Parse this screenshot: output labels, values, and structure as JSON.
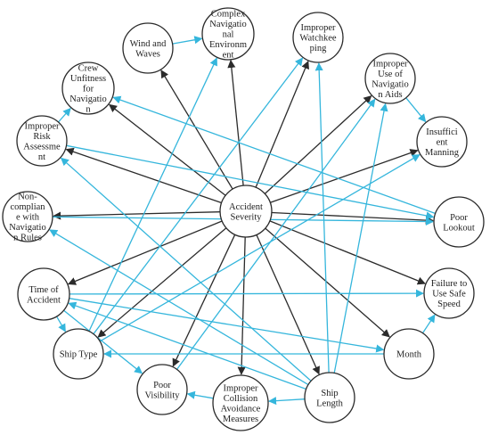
{
  "colors": {
    "black_edge": "#2b2b2b",
    "blue_edge": "#35b6dc",
    "node_stroke": "#2a2a2a",
    "node_fill": "#ffffff"
  },
  "nodes": [
    {
      "id": "accident_severity",
      "lines": [
        "Accident",
        "Severity"
      ]
    },
    {
      "id": "wind_waves",
      "lines": [
        "Wind and",
        "Waves"
      ]
    },
    {
      "id": "complex_env",
      "lines": [
        "Complex",
        "Navigatio",
        "nal",
        "Environm",
        "ent"
      ]
    },
    {
      "id": "watchkeeping",
      "lines": [
        "Improper",
        "Watchkee",
        "ping"
      ]
    },
    {
      "id": "nav_aids",
      "lines": [
        "Improper",
        "Use of",
        "Navigatio",
        "n Aids"
      ]
    },
    {
      "id": "manning",
      "lines": [
        "Insuffici",
        "ent",
        "Manning"
      ]
    },
    {
      "id": "lookout",
      "lines": [
        "Poor",
        "Lookout"
      ]
    },
    {
      "id": "safe_speed",
      "lines": [
        "Failure to",
        "Use Safe",
        "Speed"
      ]
    },
    {
      "id": "month",
      "lines": [
        "Month"
      ]
    },
    {
      "id": "ship_length",
      "lines": [
        "Ship",
        "Length"
      ]
    },
    {
      "id": "collision",
      "lines": [
        "Improper",
        "Collision",
        "Avoidance",
        "Measures"
      ]
    },
    {
      "id": "visibility",
      "lines": [
        "Poor",
        "Visibility"
      ]
    },
    {
      "id": "ship_type",
      "lines": [
        "Ship Type"
      ]
    },
    {
      "id": "time_accident",
      "lines": [
        "Time of",
        "Accident"
      ]
    },
    {
      "id": "noncompliance",
      "lines": [
        "Non-",
        "complian",
        "e with",
        "Navigatio",
        "n Rules"
      ]
    },
    {
      "id": "risk",
      "lines": [
        "Improper",
        "Risk",
        "Assessme",
        "nt"
      ]
    },
    {
      "id": "crew",
      "lines": [
        "Crew",
        "Unfitness",
        "for",
        "Navigatio",
        "n"
      ]
    }
  ],
  "edges": [
    {
      "from": "accident_severity",
      "to": "wind_waves",
      "color": "black"
    },
    {
      "from": "accident_severity",
      "to": "complex_env",
      "color": "black"
    },
    {
      "from": "accident_severity",
      "to": "watchkeeping",
      "color": "black"
    },
    {
      "from": "accident_severity",
      "to": "nav_aids",
      "color": "black"
    },
    {
      "from": "accident_severity",
      "to": "manning",
      "color": "black"
    },
    {
      "from": "accident_severity",
      "to": "lookout",
      "color": "black"
    },
    {
      "from": "accident_severity",
      "to": "safe_speed",
      "color": "black"
    },
    {
      "from": "accident_severity",
      "to": "month",
      "color": "black"
    },
    {
      "from": "accident_severity",
      "to": "ship_length",
      "color": "black"
    },
    {
      "from": "accident_severity",
      "to": "collision",
      "color": "black"
    },
    {
      "from": "accident_severity",
      "to": "visibility",
      "color": "black"
    },
    {
      "from": "accident_severity",
      "to": "ship_type",
      "color": "black"
    },
    {
      "from": "accident_severity",
      "to": "time_accident",
      "color": "black"
    },
    {
      "from": "accident_severity",
      "to": "noncompliance",
      "color": "black"
    },
    {
      "from": "accident_severity",
      "to": "risk",
      "color": "black"
    },
    {
      "from": "accident_severity",
      "to": "crew",
      "color": "black"
    },
    {
      "from": "wind_waves",
      "to": "complex_env",
      "color": "blue"
    },
    {
      "from": "nav_aids",
      "to": "manning",
      "color": "blue"
    },
    {
      "from": "risk",
      "to": "crew",
      "color": "blue"
    },
    {
      "from": "risk",
      "to": "lookout",
      "color": "blue"
    },
    {
      "from": "lookout",
      "to": "crew",
      "color": "blue"
    },
    {
      "from": "time_accident",
      "to": "ship_type",
      "color": "blue"
    },
    {
      "from": "time_accident",
      "to": "visibility",
      "color": "blue"
    },
    {
      "from": "time_accident",
      "to": "safe_speed",
      "color": "blue"
    },
    {
      "from": "time_accident",
      "to": "month",
      "color": "blue"
    },
    {
      "from": "ship_type",
      "to": "complex_env",
      "color": "blue"
    },
    {
      "from": "ship_type",
      "to": "watchkeeping",
      "color": "blue"
    },
    {
      "from": "ship_type",
      "to": "manning",
      "color": "blue"
    },
    {
      "from": "month",
      "to": "ship_type",
      "color": "blue"
    },
    {
      "from": "month",
      "to": "safe_speed",
      "color": "blue"
    },
    {
      "from": "ship_length",
      "to": "collision",
      "color": "blue"
    },
    {
      "from": "ship_length",
      "to": "watchkeeping",
      "color": "blue"
    },
    {
      "from": "ship_length",
      "to": "nav_aids",
      "color": "blue"
    },
    {
      "from": "ship_length",
      "to": "noncompliance",
      "color": "blue"
    },
    {
      "from": "ship_length",
      "to": "time_accident",
      "color": "blue"
    },
    {
      "from": "ship_length",
      "to": "risk",
      "color": "blue"
    },
    {
      "from": "collision",
      "to": "visibility",
      "color": "blue"
    },
    {
      "from": "visibility",
      "to": "nav_aids",
      "color": "blue"
    },
    {
      "from": "noncompliance",
      "to": "lookout",
      "color": "blue"
    }
  ]
}
